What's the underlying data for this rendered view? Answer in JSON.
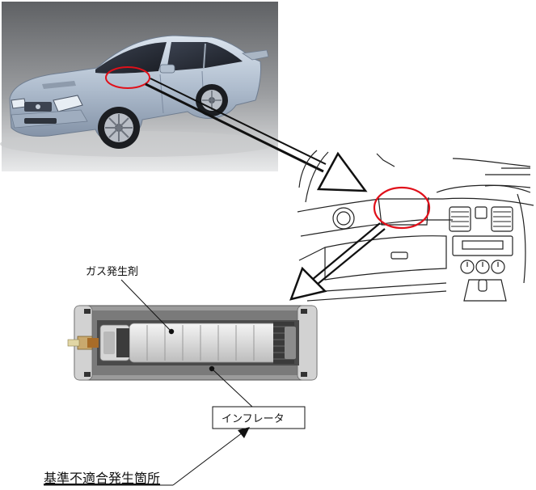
{
  "labels": {
    "gas_generant": "ガス発生剤",
    "inflator": "インフレータ",
    "defect_location": "基準不適合発生箇所"
  }
}
